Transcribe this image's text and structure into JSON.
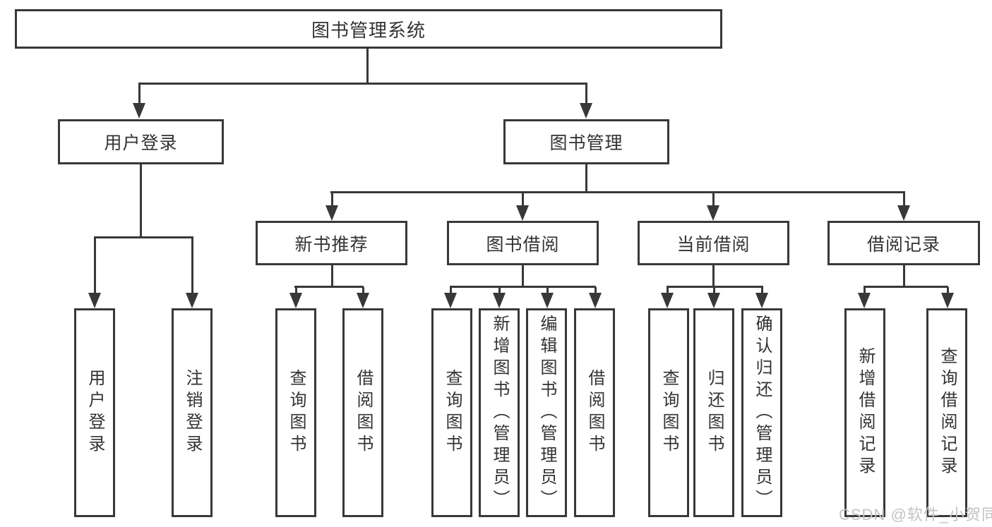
{
  "title": "图书管理系统",
  "colors": {
    "line": "#383838",
    "text": "#333333",
    "background": "#ffffff",
    "watermark": "#c3c3c3"
  },
  "tree": {
    "root": {
      "label": "图书管理系统"
    },
    "branches": [
      {
        "label": "用户登录",
        "children": [
          {
            "label": "用户登录"
          },
          {
            "label": "注销登录"
          }
        ]
      },
      {
        "label": "图书管理",
        "groups": [
          {
            "label": "新书推荐",
            "children": [
              {
                "label": "查询图书"
              },
              {
                "label": "借阅图书"
              }
            ]
          },
          {
            "label": "图书借阅",
            "children": [
              {
                "label": "查询图书"
              },
              {
                "label": "新增图书（管理员）"
              },
              {
                "label": "编辑图书（管理员）"
              },
              {
                "label": "借阅图书"
              }
            ]
          },
          {
            "label": "当前借阅",
            "children": [
              {
                "label": "查询图书"
              },
              {
                "label": "归还图书"
              },
              {
                "label": "确认归还（管理员）"
              }
            ]
          },
          {
            "label": "借阅记录",
            "children": [
              {
                "label": "新增借阅记录"
              },
              {
                "label": "查询借阅记录"
              }
            ]
          }
        ]
      }
    ]
  },
  "watermark": {
    "text": "CSDN @软件_小贺同学"
  }
}
